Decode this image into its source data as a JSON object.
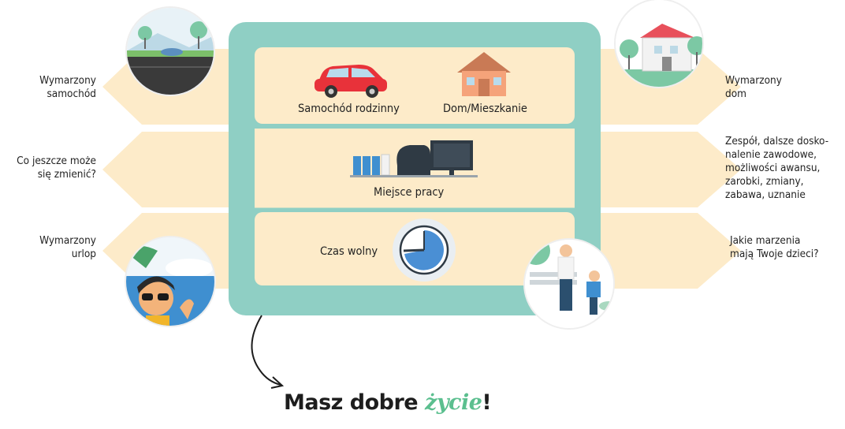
{
  "left_labels": {
    "car": [
      "Wymarzony",
      "samochód"
    ],
    "change": [
      "Co jeszcze może",
      "się zmienić?"
    ],
    "vacation": [
      "Wymarzony",
      "urlop"
    ]
  },
  "right_labels": {
    "home": [
      "Wymarzony",
      "dom"
    ],
    "work": [
      "Zespół, dalsze dosko-",
      "nalenie zawodowe,",
      "możliwości awansu,",
      "zarobki, zmiany,",
      "zabawa, uznanie"
    ],
    "kids": [
      "Jakie marzenia",
      "mają Twoje dzieci?"
    ]
  },
  "inner": {
    "family_car": "Samochód rodzinny",
    "home": "Dom/Mieszkanie",
    "workplace": "Miejsce pracy",
    "free_time": "Czas wolny"
  },
  "title": {
    "prefix": "Masz dobre ",
    "accent": "życie",
    "suffix": "!"
  },
  "colors": {
    "band": "#fdebc9",
    "frame": "#8fcfc4",
    "inner": "#fdebc9",
    "accent": "#5bbf8f",
    "clock": "#4a8fd4"
  }
}
